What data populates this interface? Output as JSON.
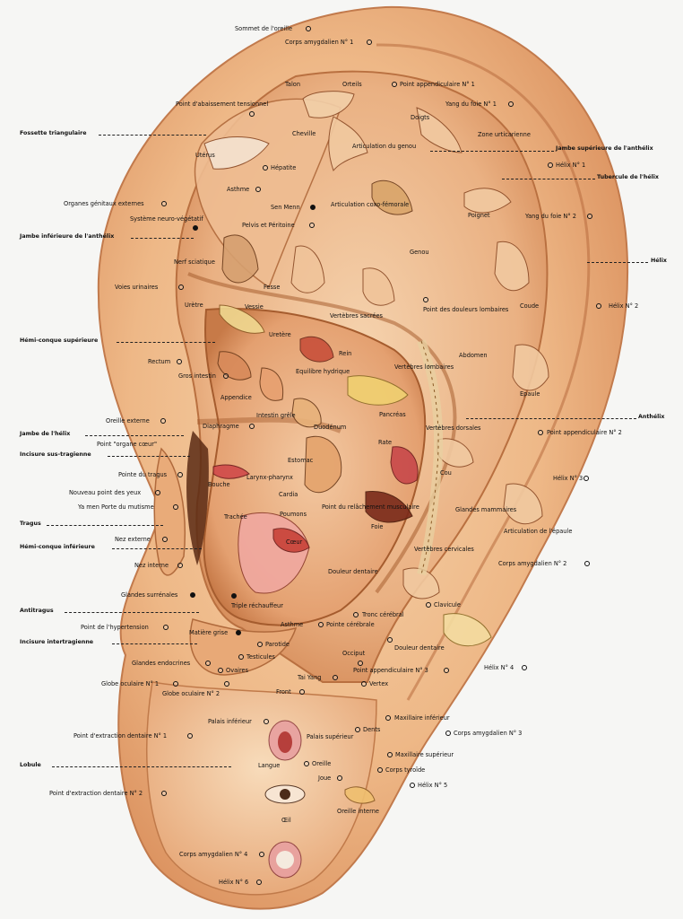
{
  "colors": {
    "background": "#f6f6f4",
    "skin_light": "#f4c99c",
    "skin_mid": "#e9a774",
    "skin_dark": "#c6794a",
    "shadow": "#8a4a26",
    "line": "#111111"
  },
  "side_labels": {
    "left": [
      "Fossette triangulaire",
      "Jambe inférieure de l'anthélix",
      "Hémi-conque supérieure",
      "Jambe de l'hélix",
      "Incisure sus-tragienne",
      "Tragus",
      "Hémi-conque inférieure",
      "Antitragus",
      "Incisure intertragienne",
      "Lobule"
    ],
    "right": [
      "Jambe supérieure de l'anthélix",
      "Tubercule de l'hélix",
      "Hélix",
      "Anthélix"
    ]
  },
  "points": [
    "Sommet de l'oreille",
    "Corps amygdalien N° 1",
    "Talon",
    "Orteils",
    "Point appendiculaire N° 1",
    "Point d'abaissement tensionnel",
    "Cheville",
    "Doigts",
    "Yang du foie N° 1",
    "Zone urticarienne",
    "Articulation du genou",
    "Utérus",
    "Hélix N° 1",
    "Hépatite",
    "Asthme",
    "Articulation coxo-fémorale",
    "Organes génitaux externes",
    "Sen Menn",
    "Poignet",
    "Système neuro-végétatif",
    "Pelvis et Péritoine",
    "Yang du foie N° 2",
    "Genou",
    "Nerf sciatique",
    "Fesse",
    "Voies urinaires",
    "Vertèbres sacrées",
    "Point des douleurs lombaires",
    "Coude",
    "Hélix N° 2",
    "Urètre",
    "Vessie",
    "Uretère",
    "Rectum",
    "Rein",
    "Equilibre hydrique",
    "Abdomen",
    "Gros intestin",
    "Appendice",
    "Vertèbres lombaires",
    "Intestin grêle",
    "Pancréas",
    "Epaule",
    "Oreille externe",
    "Diaphragme",
    "Duodénum",
    "Point appendiculaire N° 2",
    "Point \"organe cœur\"",
    "Vertèbres dorsales",
    "Rate",
    "Estomac",
    "Bouche",
    "Larynx-pharynx",
    "Cou",
    "Pointe du tragus",
    "Cardia",
    "Hélix N° 3",
    "Nouveau point des yeux",
    "Ya men  Porte du mutisme",
    "Trachée",
    "Poumons",
    "Point du relâchement musculaire",
    "Glandes mammaires",
    "Cœur",
    "Foie",
    "Articulation de l'épaule",
    "Nez externe",
    "Nez interne",
    "Vertèbres cervicales",
    "Corps amygdalien N° 2",
    "Douleur dentaire",
    "Glandes surrénales",
    "Triple réchauffeur",
    "Tronc cérébral",
    "Clavicule",
    "Point de l'hypertension",
    "Asthme",
    "Pointe cérébrale",
    "Matière grise",
    "Parotide",
    "Douleur dentaire",
    "Glandes endocrines",
    "Testicules",
    "Occiput",
    "Ovaires",
    "Tai Yang",
    "Point appendiculaire N° 3",
    "Hélix N° 4",
    "Globe oculaire N° 1",
    "Globe oculaire N° 2",
    "Vertex",
    "Front",
    "Palais inférieur",
    "Maxillaire inférieur",
    "Point d'extraction dentaire N° 1",
    "Palais supérieur",
    "Dents",
    "Corps amygdalien N° 3",
    "Maxillaire supérieur",
    "Langue",
    "Oreille",
    "Corps tyroïde",
    "Joue",
    "Hélix N° 5",
    "Point d'extraction dentaire N° 2",
    "Oreille interne",
    "Œil",
    "Corps amygdalien N° 4",
    "Hélix N° 6"
  ]
}
